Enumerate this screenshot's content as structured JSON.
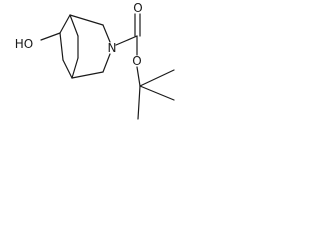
{
  "molecule": {
    "atoms": {
      "hydroxyl": "HO",
      "ring_nitrogen": "N",
      "ester_oxygen": "O",
      "carbonyl_oxygen": "O"
    }
  }
}
